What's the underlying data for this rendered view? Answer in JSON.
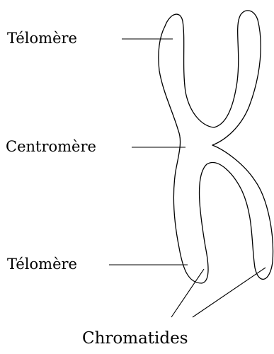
{
  "labels": {
    "telomere_top": "Télomère",
    "centromere": "Centromère",
    "telomere_bottom": "Télomère",
    "chromatides": "Chromatides"
  }
}
